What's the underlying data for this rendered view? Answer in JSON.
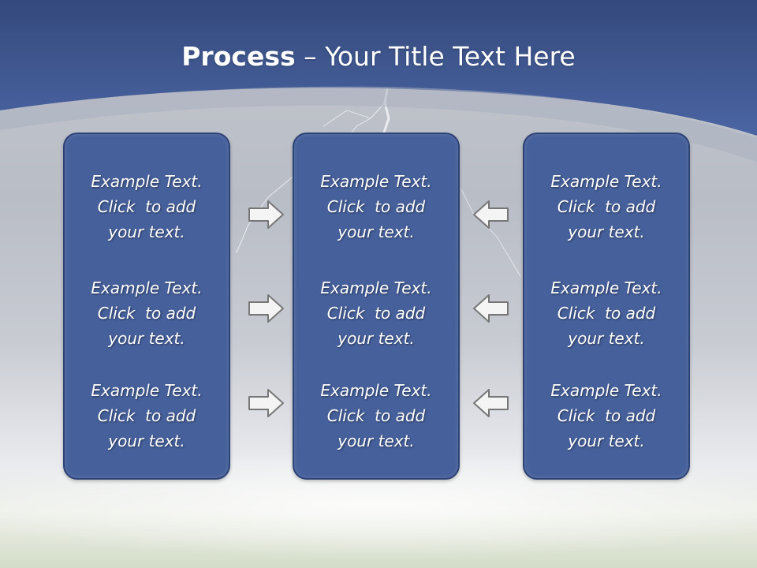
{
  "title": {
    "bold_part": "Process",
    "rest": " – Your Title Text Here"
  },
  "panels": [
    {
      "items": [
        {
          "line1": "Example Text.",
          "line2": "Click  to add",
          "line3": "your text."
        },
        {
          "line1": "Example Text.",
          "line2": "Click  to add",
          "line3": "your text."
        },
        {
          "line1": "Example Text.",
          "line2": "Click  to add",
          "line3": "your text."
        }
      ]
    },
    {
      "items": [
        {
          "line1": "Example Text.",
          "line2": "Click  to add",
          "line3": "your text."
        },
        {
          "line1": "Example Text.",
          "line2": "Click  to add",
          "line3": "your text."
        },
        {
          "line1": "Example Text.",
          "line2": "Click  to add",
          "line3": "your text."
        }
      ]
    },
    {
      "items": [
        {
          "line1": "Example Text.",
          "line2": "Click  to add",
          "line3": "your text."
        },
        {
          "line1": "Example Text.",
          "line2": "Click  to add",
          "line3": "your text."
        },
        {
          "line1": "Example Text.",
          "line2": "Click  to add",
          "line3": "your text."
        }
      ]
    }
  ],
  "arrows": {
    "left_column": [
      "right-arrow-icon",
      "right-arrow-icon",
      "right-arrow-icon"
    ],
    "right_column": [
      "left-arrow-icon",
      "left-arrow-icon",
      "left-arrow-icon"
    ]
  },
  "colors": {
    "header_band": "#47609a",
    "panel_fill": "#46609b",
    "panel_border": "#2d4275",
    "arrow_fill": "#f4f4f4",
    "arrow_stroke": "#777777"
  }
}
